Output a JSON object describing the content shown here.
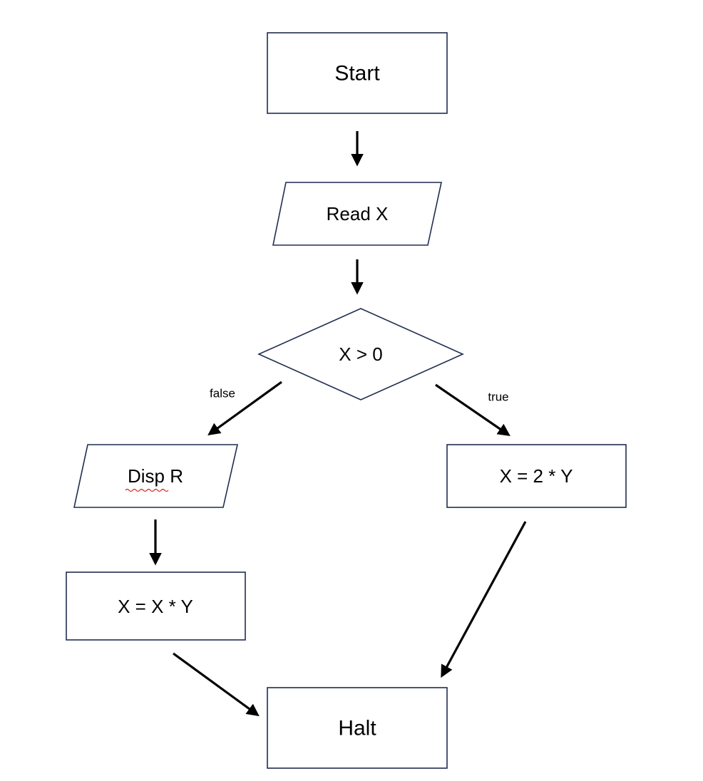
{
  "nodes": {
    "start": {
      "label": "Start",
      "shape": "rectangle"
    },
    "read_x": {
      "label": "Read X",
      "shape": "parallelogram"
    },
    "decision": {
      "label": "X > 0",
      "shape": "diamond"
    },
    "disp_r": {
      "label": "Disp R",
      "shape": "parallelogram",
      "spellcheck_underline": "Disp"
    },
    "assign_true": {
      "label": "X = 2 * Y",
      "shape": "rectangle"
    },
    "assign_false": {
      "label": "X = X * Y",
      "shape": "rectangle"
    },
    "halt": {
      "label": "Halt",
      "shape": "rectangle"
    }
  },
  "edges": {
    "false_label": "false",
    "true_label": "true",
    "list": [
      {
        "from": "start",
        "to": "read_x"
      },
      {
        "from": "read_x",
        "to": "decision"
      },
      {
        "from": "decision",
        "to": "disp_r",
        "label": "false"
      },
      {
        "from": "decision",
        "to": "assign_true",
        "label": "true"
      },
      {
        "from": "disp_r",
        "to": "assign_false"
      },
      {
        "from": "assign_false",
        "to": "halt"
      },
      {
        "from": "assign_true",
        "to": "halt"
      }
    ]
  },
  "colors": {
    "shape_stroke": "#1f2d4f",
    "arrow": "#000000",
    "text": "#000000",
    "spellcheck": "#e0201b"
  }
}
